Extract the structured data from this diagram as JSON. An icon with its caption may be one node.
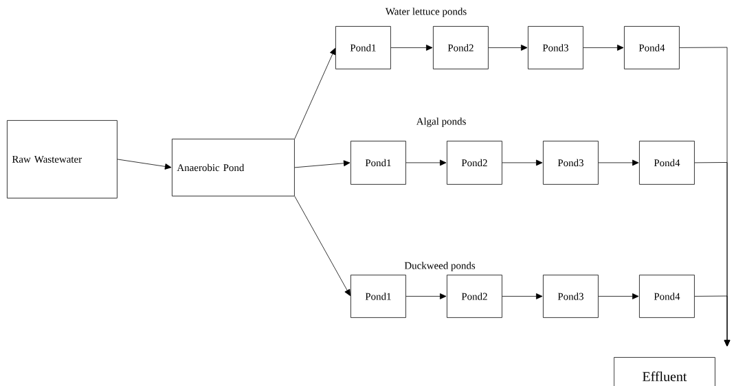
{
  "diagram": {
    "nodes": [
      {
        "text": [
          "Raw Wastewater"
        ]
      },
      {
        "text": [
          "Anaerobic Pond"
        ]
      },
      {
        "text": [
          "Pond1"
        ]
      },
      {
        "text": [
          "Pond2"
        ]
      },
      {
        "text": [
          "Pond3"
        ]
      },
      {
        "text": [
          "Pond4"
        ]
      },
      {
        "text": [
          "Pond1"
        ]
      },
      {
        "text": [
          "Pond2"
        ]
      },
      {
        "text": [
          "Pond3"
        ]
      },
      {
        "text": [
          "Pond4"
        ]
      },
      {
        "text": [
          "Pond1"
        ]
      },
      {
        "text": [
          "Pond2"
        ]
      },
      {
        "text": [
          "Pond3"
        ]
      },
      {
        "text": [
          "Pond4"
        ]
      },
      {
        "text": [
          "Effluent"
        ]
      }
    ],
    "edges": [
      {
        "from": 0,
        "to": 1,
        "arrow": "to"
      },
      {
        "from": 1,
        "to": 2,
        "arrow": "to"
      },
      {
        "from": 1,
        "to": 6,
        "arrow": "to"
      },
      {
        "from": 1,
        "to": 10,
        "arrow": "to"
      },
      {
        "from": 2,
        "to": 3,
        "arrow": "to"
      },
      {
        "from": 3,
        "to": 4,
        "arrow": "to"
      },
      {
        "from": 4,
        "to": 5,
        "arrow": "to"
      },
      {
        "from": 6,
        "to": 7,
        "arrow": "to"
      },
      {
        "from": 7,
        "to": 8,
        "arrow": "to"
      },
      {
        "from": 8,
        "to": 9,
        "arrow": "to"
      },
      {
        "from": 10,
        "to": 11,
        "arrow": "to"
      },
      {
        "from": 11,
        "to": 12,
        "arrow": "to"
      },
      {
        "from": 12,
        "to": 13,
        "arrow": "to"
      },
      {
        "from": 5,
        "to": 14,
        "arrow": "to"
      },
      {
        "from": 9,
        "to": 14,
        "arrow": "to"
      },
      {
        "from": 13,
        "to": 14,
        "arrow": "to"
      }
    ],
    "labels": [
      "Water lettuce ponds",
      "Algal ponds",
      "Duckweed ponds"
    ]
  }
}
